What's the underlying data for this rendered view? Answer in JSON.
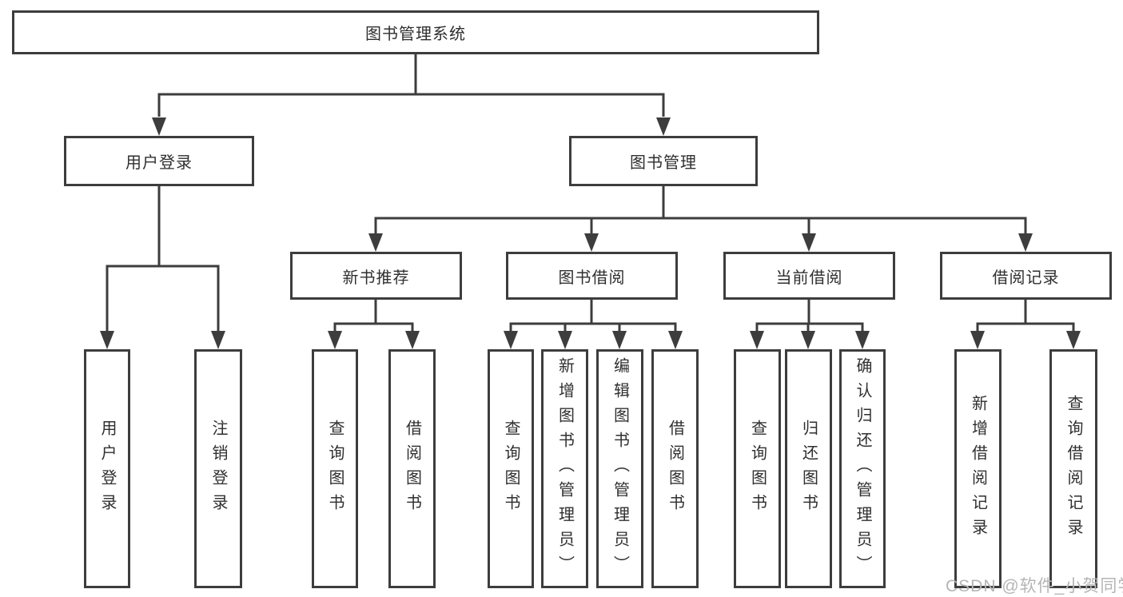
{
  "diagram": {
    "root_label": "图书管理系统",
    "level2": [
      "用户登录",
      "图书管理"
    ],
    "level3": [
      "新书推荐",
      "图书借阅",
      "当前借阅",
      "借阅记录"
    ],
    "leaves_user_login": [
      "用户登录",
      "注销登录"
    ],
    "leaves_new_book": [
      "查询图书",
      "借阅图书"
    ],
    "leaves_book_borrow": [
      "查询图书",
      "新增图书（管理员）",
      "编辑图书（管理员）",
      "借阅图书"
    ],
    "leaves_current_borrow": [
      "查询图书",
      "归还图书",
      "确认归还（管理员）"
    ],
    "leaves_borrow_record": [
      "新增借阅记录",
      "查询借阅记录"
    ]
  },
  "watermark": "CSDN @软件_小贺同学",
  "colors": {
    "line": "#3d3d3d",
    "text": "#2f2f2f",
    "watermark": "#b5b5b5",
    "background": "#ffffff"
  }
}
